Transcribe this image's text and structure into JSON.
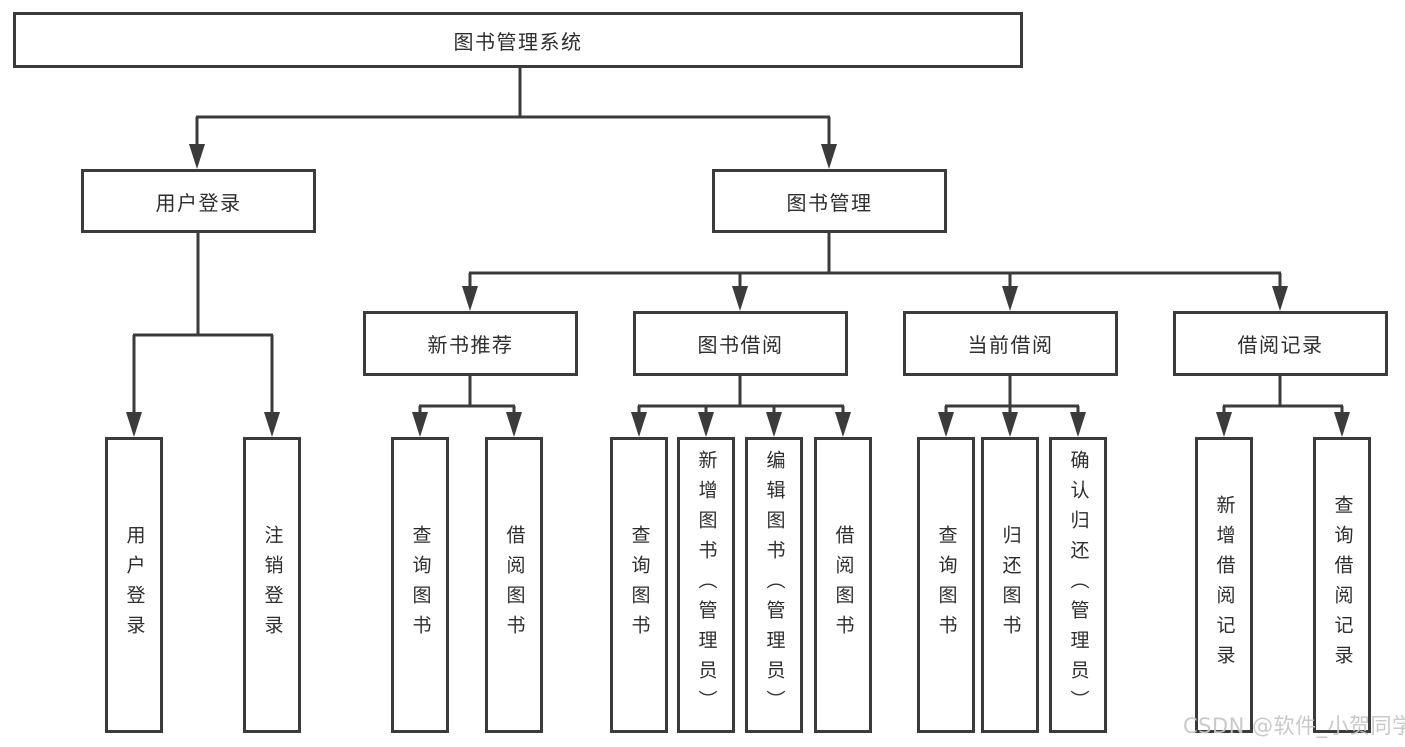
{
  "colors": {
    "line": "#3b3b3b",
    "box_border": "#3b3b3b",
    "text": "#2e2e2e",
    "background": "#ffffff",
    "watermark": "#c7c7c7"
  },
  "diagram": {
    "root": {
      "label": "图书管理系统"
    },
    "branches": [
      {
        "label": "用户登录",
        "children": [
          {
            "label": "用户登录"
          },
          {
            "label": "注销登录"
          }
        ]
      },
      {
        "label": "图书管理",
        "children": [
          {
            "label": "新书推荐",
            "children": [
              {
                "label": "查询图书"
              },
              {
                "label": "借阅图书"
              }
            ]
          },
          {
            "label": "图书借阅",
            "children": [
              {
                "label": "查询图书"
              },
              {
                "label": "新增图书（管理员）"
              },
              {
                "label": "编辑图书（管理员）"
              },
              {
                "label": "借阅图书"
              }
            ]
          },
          {
            "label": "当前借阅",
            "children": [
              {
                "label": "查询图书"
              },
              {
                "label": "归还图书"
              },
              {
                "label": "确认归还（管理员）"
              }
            ]
          },
          {
            "label": "借阅记录",
            "children": [
              {
                "label": "新增借阅记录"
              },
              {
                "label": "查询借阅记录"
              }
            ]
          }
        ]
      }
    ]
  },
  "watermark": {
    "text": "CSDN @软件_小贺同学"
  }
}
